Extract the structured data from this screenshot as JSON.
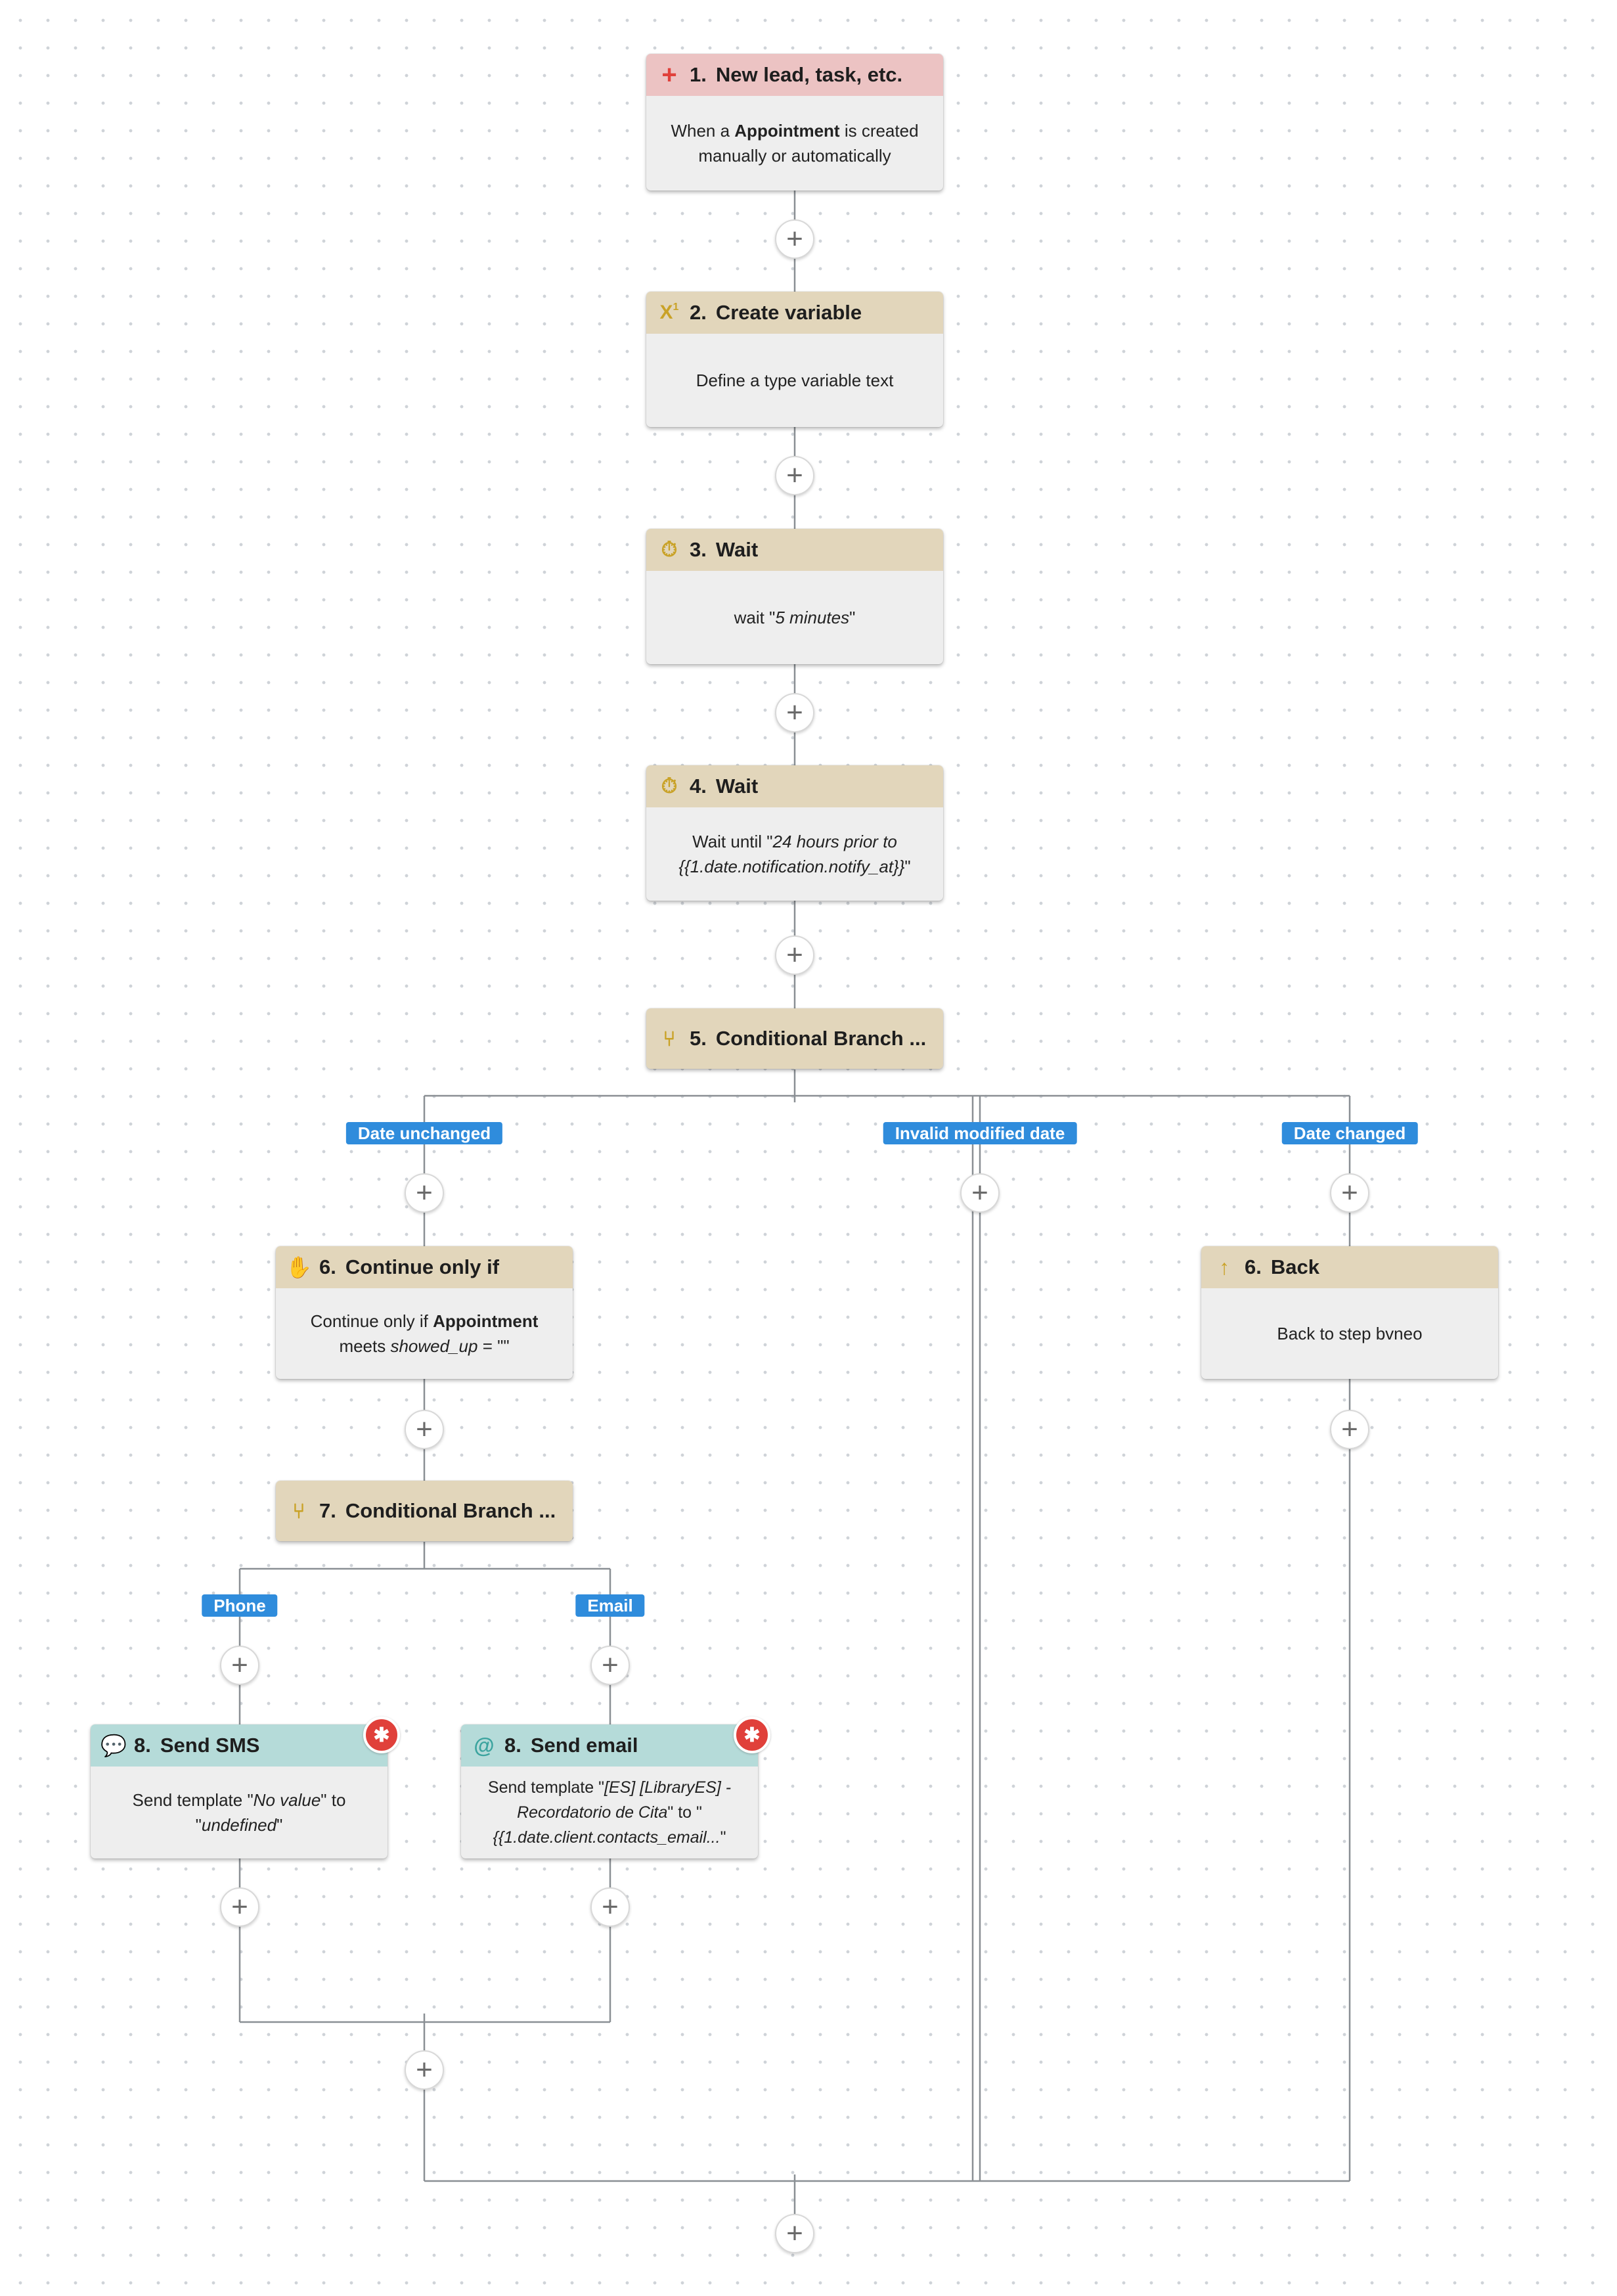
{
  "nodes": {
    "n1": {
      "num": "1.",
      "title": "New lead, task, etc.",
      "icon": "plus-icon",
      "color": "#ecc3c3",
      "body": {
        "pre": "When a ",
        "bold": "Appointment",
        "post": " is created manually or automatically"
      }
    },
    "n2": {
      "num": "2.",
      "title": "Create variable",
      "icon": "variable-icon",
      "body": "Define a type variable text"
    },
    "n3": {
      "num": "3.",
      "title": "Wait",
      "icon": "stopwatch-icon",
      "body": {
        "pre": "wait \"",
        "italic": "5 minutes",
        "post": "\""
      }
    },
    "n4": {
      "num": "4.",
      "title": "Wait",
      "icon": "stopwatch-icon",
      "body": {
        "pre": "Wait until \"",
        "italic": "24 hours prior to {{1.date.notification.notify_at}}",
        "post": "\""
      }
    },
    "n5": {
      "num": "5.",
      "title": "Conditional Branch ...",
      "icon": "branch-icon"
    },
    "n6a": {
      "num": "6.",
      "title": "Continue only if",
      "icon": "hand-icon",
      "body": {
        "pre": "Continue only if ",
        "bold": "Appointment",
        "mid": " meets ",
        "italic": "showed_up",
        "post": " = \"\""
      }
    },
    "n6b": {
      "num": "6.",
      "title": "Back",
      "icon": "arrow-up-icon",
      "body": "Back to step bvneo"
    },
    "n7": {
      "num": "7.",
      "title": "Conditional Branch ...",
      "icon": "branch-icon"
    },
    "n8a": {
      "num": "8.",
      "title": "Send SMS",
      "icon": "chat-icon",
      "body": {
        "pre": "Send template \"",
        "italic": "No value",
        "mid": "\" to \"",
        "italic2": "undefined",
        "post": "\""
      }
    },
    "n8b": {
      "num": "8.",
      "title": "Send email",
      "icon": "at-icon",
      "body": {
        "pre": "Send template \"",
        "italic": "[ES] [LibraryES] - Recordatorio de Cita",
        "mid": "\" to \"",
        "italic2": "{{1.date.client.contacts_email...",
        "post": "\""
      }
    }
  },
  "branches": {
    "date_unchanged": "Date unchanged",
    "invalid_modified_date": "Invalid modified date",
    "date_changed": "Date changed",
    "phone": "Phone",
    "email": "Email"
  },
  "add_step_symbol": "+",
  "colors": {
    "trigger_header": "#ecc3c3",
    "action_header": "#e2d6bb",
    "message_header": "#b5dbd9",
    "branch_label": "#2f8cdc",
    "error_badge": "#e0403a",
    "connector": "#8a8f94"
  }
}
